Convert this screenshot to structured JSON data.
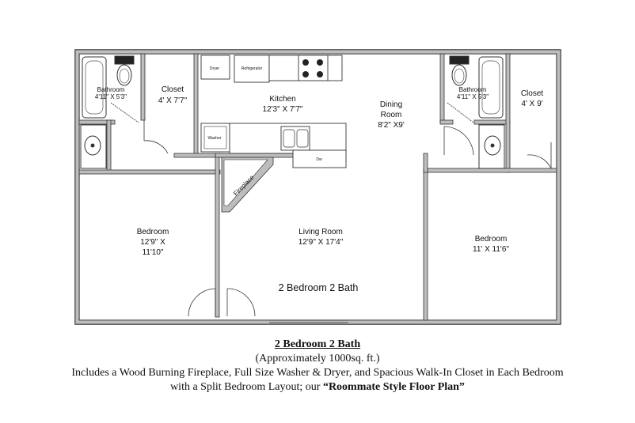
{
  "rooms": {
    "bath_left": "Bathroom",
    "bath_left_dim": "4'11\" X 5'3\"",
    "closet_left": "Closet",
    "closet_left_dim": "4' X 7'7\"",
    "kitchen": "Kitchen",
    "kitchen_dim": "12'3\" X 7'7\"",
    "dining": "Dining",
    "dining_2": "Room",
    "dining_dim": "8'2\" X9'",
    "bath_right": "Bathroom",
    "bath_right_dim": "4'11\" X 5'3\"",
    "closet_right": "Closet",
    "closet_right_dim": "4' X 9'",
    "bedroom_left": "Bedroom",
    "bedroom_left_dim1": "12'9\" X",
    "bedroom_left_dim2": "11'10\"",
    "living": "Living Room",
    "living_dim": "12'9\" X 17'4\"",
    "bedroom_right": "Bedroom",
    "bedroom_right_dim": "11' X 11'6\"",
    "fireplace": "Fireplace"
  },
  "fixtures": {
    "dryer": "Dryer",
    "refrigerator": "Refrigerator",
    "washer": "Washer",
    "dw": "Dw"
  },
  "plan_title": "2 Bedroom 2 Bath",
  "caption": {
    "title": "2 Bedroom 2 Bath",
    "area": "(Approximately 1000sq. ft.)",
    "line1": "Includes a Wood Burning Fireplace, Full Size Washer & Dryer, and Spacious Walk-In Closet in Each Bedroom",
    "line2_pre": "with a Split Bedroom Layout; our ",
    "line2_bold": "“Roommate Style Floor Plan”"
  }
}
